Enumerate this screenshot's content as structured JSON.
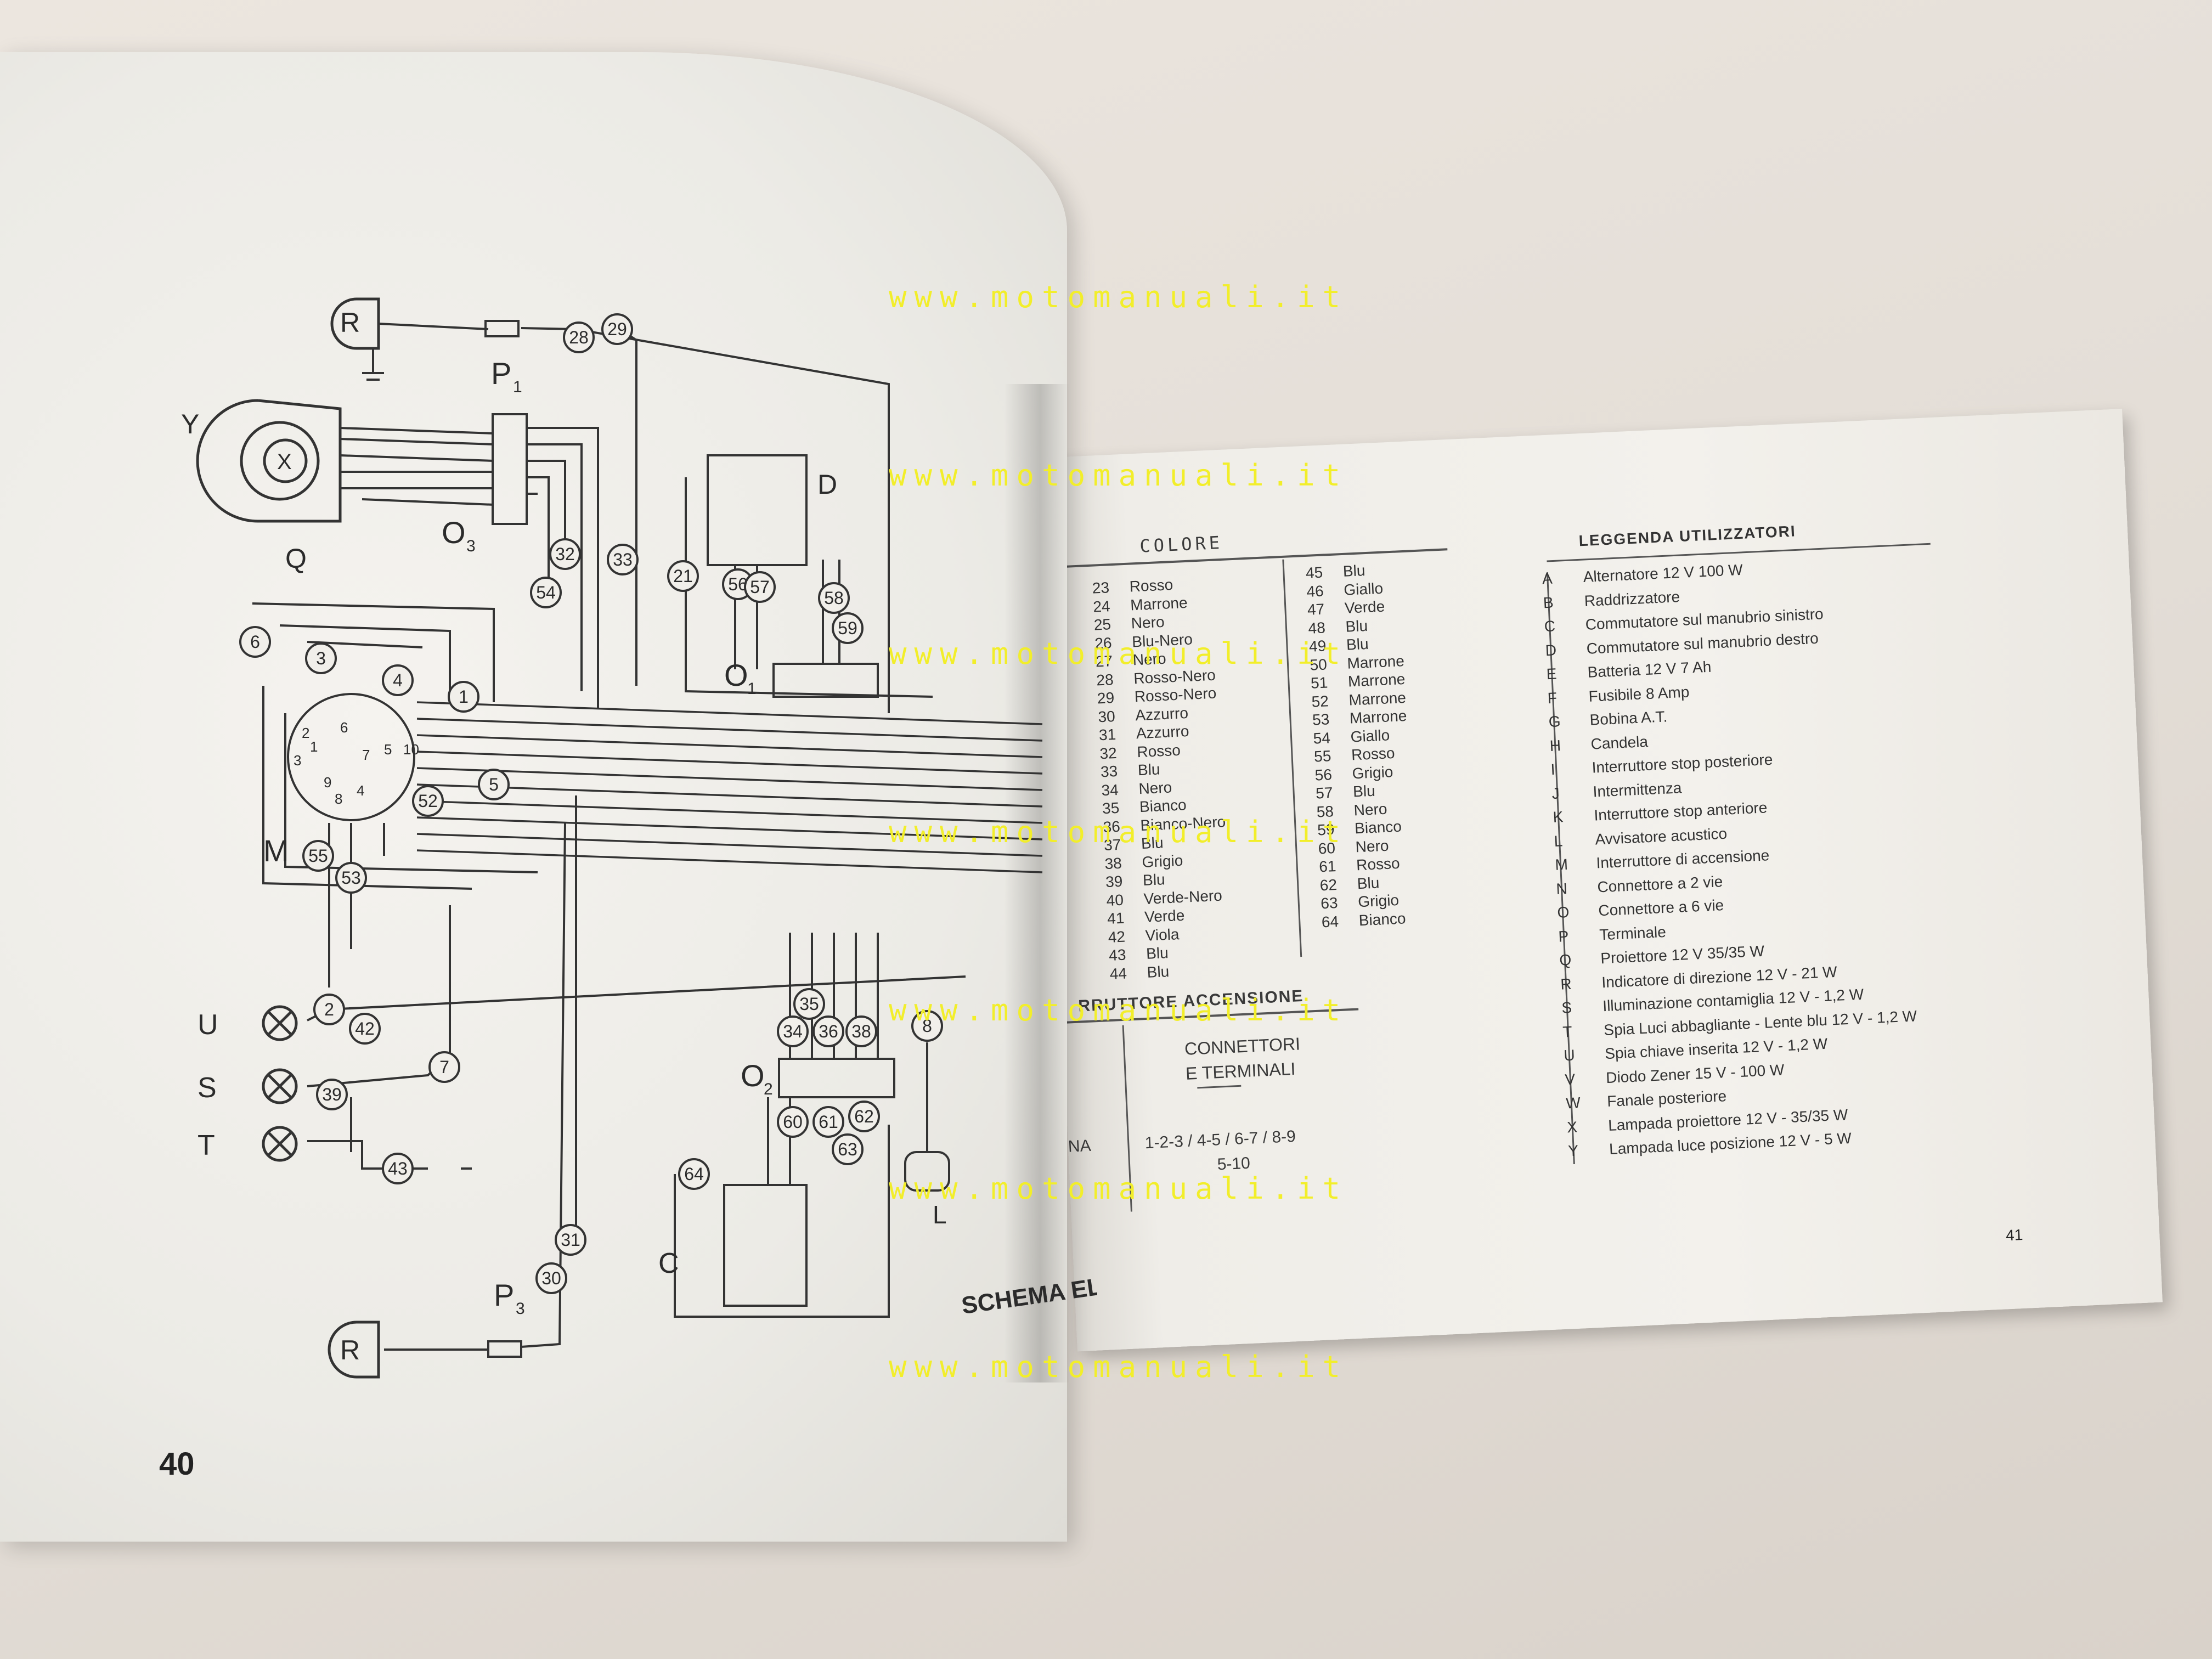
{
  "left_page": {
    "page_number": "40",
    "labels": {
      "R": "R",
      "Y": "Y",
      "X": "X",
      "Q": "Q",
      "P1": "P",
      "P1_sub": "1",
      "O3": "O",
      "O3_sub": "3",
      "D": "D",
      "O1": "O",
      "O1_sub": "1",
      "M": "M",
      "U": "U",
      "S": "S",
      "T": "T",
      "O2": "O",
      "O2_sub": "2",
      "L": "L",
      "C": "C",
      "P3": "P",
      "P3_sub": "3",
      "R2": "R"
    },
    "circled_numbers": [
      "28",
      "29",
      "32",
      "33",
      "54",
      "21",
      "56",
      "57",
      "58",
      "59",
      "6",
      "3",
      "4",
      "1",
      "5",
      "52",
      "55",
      "53",
      "2",
      "42",
      "7",
      "39",
      "43",
      "35",
      "34",
      "36",
      "38",
      "8",
      "60",
      "61",
      "62",
      "63",
      "64",
      "31",
      "30"
    ],
    "switch_numbers": [
      "2",
      "6",
      "1",
      "7",
      "3",
      "5",
      "10",
      "9",
      "8",
      "4"
    ],
    "bottom_caption": "SCHEMA ELETT"
  },
  "right_page": {
    "page_number": "41",
    "colore_heading": "COLORE",
    "colore_col1": [
      {
        "n": "23",
        "c": "Rosso"
      },
      {
        "n": "24",
        "c": "Marrone"
      },
      {
        "n": "25",
        "c": "Nero"
      },
      {
        "n": "26",
        "c": "Blu-Nero"
      },
      {
        "n": "27",
        "c": "Nero"
      },
      {
        "n": "28",
        "c": "Rosso-Nero"
      },
      {
        "n": "29",
        "c": "Rosso-Nero"
      },
      {
        "n": "30",
        "c": "Azzurro"
      },
      {
        "n": "31",
        "c": "Azzurro"
      },
      {
        "n": "32",
        "c": "Rosso"
      },
      {
        "n": "33",
        "c": "Blu"
      },
      {
        "n": "34",
        "c": "Nero"
      },
      {
        "n": "35",
        "c": "Bianco"
      },
      {
        "n": "36",
        "c": "Bianco-Nero"
      },
      {
        "n": "37",
        "c": "Blu"
      },
      {
        "n": "38",
        "c": "Grigio"
      },
      {
        "n": "39",
        "c": "Blu"
      },
      {
        "n": "40",
        "c": "Verde-Nero"
      },
      {
        "n": "41",
        "c": "Verde"
      },
      {
        "n": "42",
        "c": "Viola"
      },
      {
        "n": "43",
        "c": "Blu"
      },
      {
        "n": "44",
        "c": "Blu"
      }
    ],
    "colore_col2": [
      {
        "n": "45",
        "c": "Blu"
      },
      {
        "n": "46",
        "c": "Giallo"
      },
      {
        "n": "47",
        "c": "Verde"
      },
      {
        "n": "48",
        "c": "Blu"
      },
      {
        "n": "49",
        "c": "Blu"
      },
      {
        "n": "50",
        "c": "Marrone"
      },
      {
        "n": "51",
        "c": "Marrone"
      },
      {
        "n": "52",
        "c": "Marrone"
      },
      {
        "n": "53",
        "c": "Marrone"
      },
      {
        "n": "54",
        "c": "Giallo"
      },
      {
        "n": "55",
        "c": "Rosso"
      },
      {
        "n": "56",
        "c": "Grigio"
      },
      {
        "n": "57",
        "c": "Blu"
      },
      {
        "n": "58",
        "c": "Nero"
      },
      {
        "n": "59",
        "c": "Bianco"
      },
      {
        "n": "60",
        "c": "Nero"
      },
      {
        "n": "61",
        "c": "Rosso"
      },
      {
        "n": "62",
        "c": "Blu"
      },
      {
        "n": "63",
        "c": "Grigio"
      },
      {
        "n": "64",
        "c": "Bianco"
      }
    ],
    "interruttore_heading": "RRUTTORE ACCENSIONE",
    "connettori": "CONNETTORI",
    "terminali": "E TERMINALI",
    "na": "NA",
    "pairs_line1": "1-2-3 / 4-5 / 6-7 / 8-9",
    "pairs_line2": "5-10",
    "legend_heading": "LEGGENDA UTILIZZATORI",
    "legend": [
      {
        "k": "A",
        "v": "Alternatore  12 V  100 W"
      },
      {
        "k": "B",
        "v": "Raddrizzatore"
      },
      {
        "k": "C",
        "v": "Commutatore sul manubrio sinistro"
      },
      {
        "k": "D",
        "v": "Commutatore sul manubrio destro"
      },
      {
        "k": "E",
        "v": "Batteria  12 V  7 Ah"
      },
      {
        "k": "F",
        "v": "Fusibile  8 Amp"
      },
      {
        "k": "G",
        "v": "Bobina A.T."
      },
      {
        "k": "H",
        "v": "Candela"
      },
      {
        "k": "I",
        "v": "Interruttore stop posteriore"
      },
      {
        "k": "J",
        "v": "Intermittenza"
      },
      {
        "k": "K",
        "v": "Interruttore stop anteriore"
      },
      {
        "k": "L",
        "v": "Avvisatore acustico"
      },
      {
        "k": "M",
        "v": "Interruttore di accensione"
      },
      {
        "k": "N",
        "v": "Connettore a 2 vie"
      },
      {
        "k": "O",
        "v": "Connettore a 6 vie"
      },
      {
        "k": "P",
        "v": "Terminale"
      },
      {
        "k": "Q",
        "v": "Proiettore 12 V 35/35 W"
      },
      {
        "k": "R",
        "v": "Indicatore di direzione 12 V - 21 W"
      },
      {
        "k": "S",
        "v": "Illuminazione contamiglia 12 V - 1,2 W"
      },
      {
        "k": "T",
        "v": "Spia Luci abbagliante - Lente blu 12 V - 1,2 W"
      },
      {
        "k": "U",
        "v": "Spia chiave inserita 12 V - 1,2 W"
      },
      {
        "k": "V",
        "v": "Diodo Zener 15 V - 100 W"
      },
      {
        "k": "W",
        "v": "Fanale posteriore"
      },
      {
        "k": "X",
        "v": "Lampada proiettore 12 V - 35/35 W"
      },
      {
        "k": "Y",
        "v": "Lampada luce posizione 12 V - 5 W"
      }
    ]
  },
  "watermark": "www.motomanuali.it",
  "colors": {
    "watermark": "#f2ee2a",
    "ink": "#2b2b2b",
    "paper": "#f2f0eb"
  }
}
